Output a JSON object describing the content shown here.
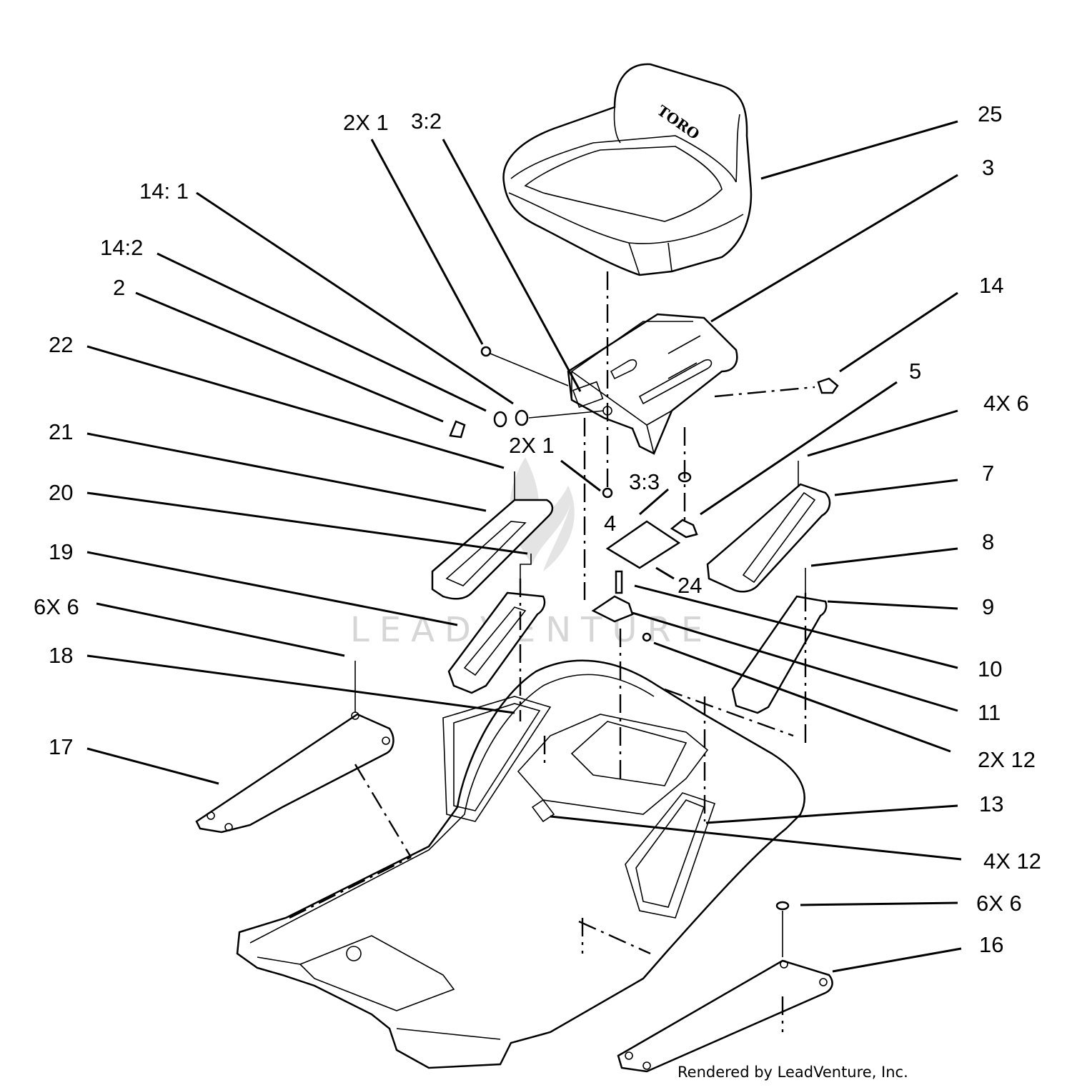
{
  "diagram": {
    "callouts": {
      "c25": "25",
      "c3": "3",
      "c14": "14",
      "c5": "5",
      "c4x6": "4X 6",
      "c7": "7",
      "c8": "8",
      "c9": "9",
      "c10": "10",
      "c11": "11",
      "c2x12": "2X 12",
      "c13": "13",
      "c4x12": "4X 12",
      "c6x6_right": "6X 6",
      "c16": "16",
      "c2x1_top": "2X 1",
      "c3_2": "3:2",
      "c14_1": "14: 1",
      "c14_2": "14:2",
      "c2": "2",
      "c22": "22",
      "c21": "21",
      "c20": "20",
      "c19": "19",
      "c6x6_left": "6X 6",
      "c18": "18",
      "c17": "17",
      "c2x1_mid": "2X 1",
      "c3_3": "3:3",
      "c4": "4",
      "c24": "24"
    },
    "seat_logo": "TORO",
    "watermark": "LEADVENTURE",
    "credit": "Rendered by LeadVenture, Inc."
  }
}
